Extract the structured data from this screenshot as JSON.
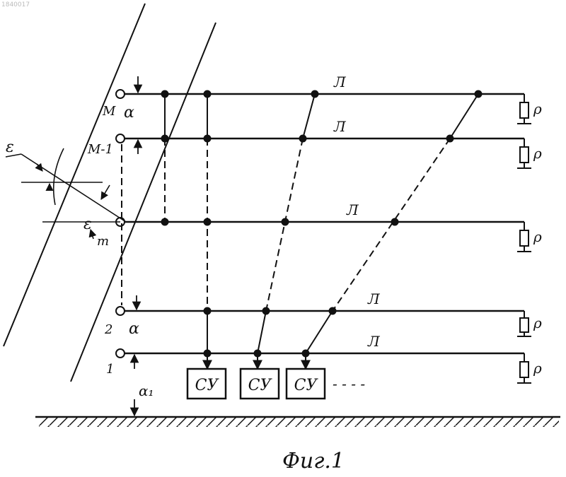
{
  "figure": {
    "caption": "Фиг.1",
    "scan_id": "1840017"
  },
  "rows": [
    {
      "label": "M",
      "alpha": "α"
    },
    {
      "label": "M-1"
    },
    {
      "label": "m"
    },
    {
      "label": "2",
      "alpha": "α"
    },
    {
      "label": "1"
    }
  ],
  "line_labels": [
    "Л",
    "Л",
    "Л",
    "Л",
    "Л"
  ],
  "termination_labels": [
    "ρ",
    "ρ",
    "ρ",
    "ρ",
    "ρ"
  ],
  "su_blocks": [
    "СУ",
    "СУ",
    "СУ"
  ],
  "ellipsis": "- - - -",
  "epsilon_upper": "ε",
  "epsilon_lower": "ε",
  "alpha_ground": "α₁"
}
